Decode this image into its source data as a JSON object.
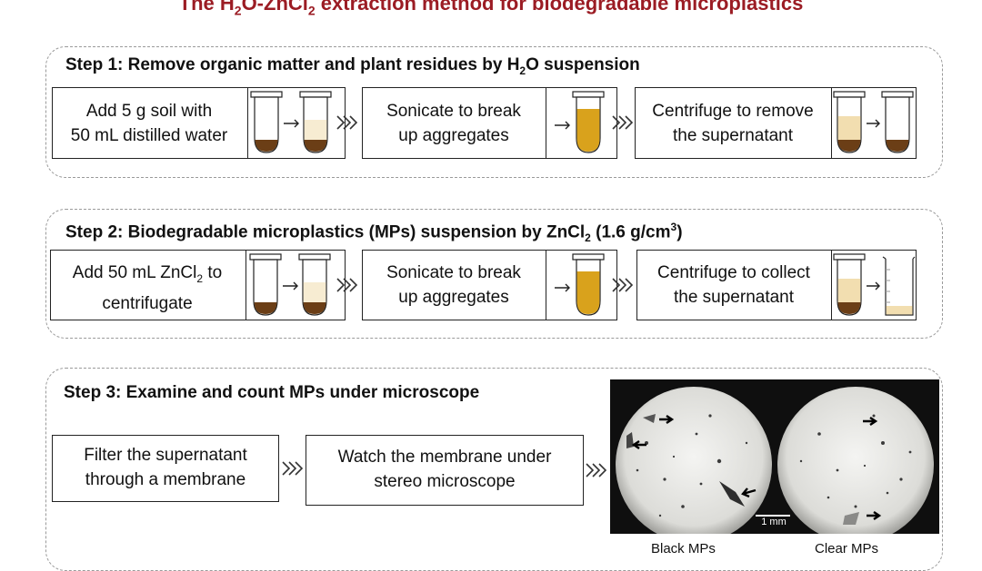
{
  "title": {
    "pre": "The H",
    "sub1": "2",
    "mid": "O-ZnCl",
    "sub2": "2",
    "post": " extraction method for biodegradable microplastics"
  },
  "step1": {
    "heading_pre": "Step 1: Remove organic matter and plant residues by H",
    "heading_sub": "2",
    "heading_post": "O suspension",
    "box1": {
      "line1": "Add 5 g soil with",
      "line2": "50 mL distilled water"
    },
    "box2": {
      "line1": "Sonicate to break",
      "line2": "up aggregates"
    },
    "box3": {
      "line1": "Centrifuge to remove",
      "line2": "the supernatant"
    }
  },
  "step2": {
    "heading_pre": "Step 2: Biodegradable microplastics (MPs) suspension by ZnCl",
    "heading_sub": "2",
    "heading_mid": " (1.6 g/cm",
    "heading_sup": "3",
    "heading_post": ")",
    "box1": {
      "line1_pre": "Add 50 mL ZnCl",
      "line1_sub": "2",
      "line1_post": " to",
      "line2": "centrifugate"
    },
    "box2": {
      "line1": "Sonicate to break",
      "line2": "up aggregates"
    },
    "box3": {
      "line1": "Centrifuge to collect",
      "line2": "the supernatant"
    }
  },
  "step3": {
    "heading": "Step 3: Examine and count MPs under microscope",
    "box1": {
      "line1": "Filter the supernatant",
      "line2": "through a membrane"
    },
    "box2": {
      "line1": "Watch the membrane under",
      "line2": "stereo microscope"
    },
    "scale_bar": "1 mm",
    "caption_left": "Black MPs",
    "caption_right": "Clear MPs"
  },
  "colors": {
    "title": "#9b1c24",
    "soil": "#6b3e16",
    "suspension": "#d9a21c",
    "pale": "#f2deb0",
    "panel_border": "#9a9a9a"
  }
}
